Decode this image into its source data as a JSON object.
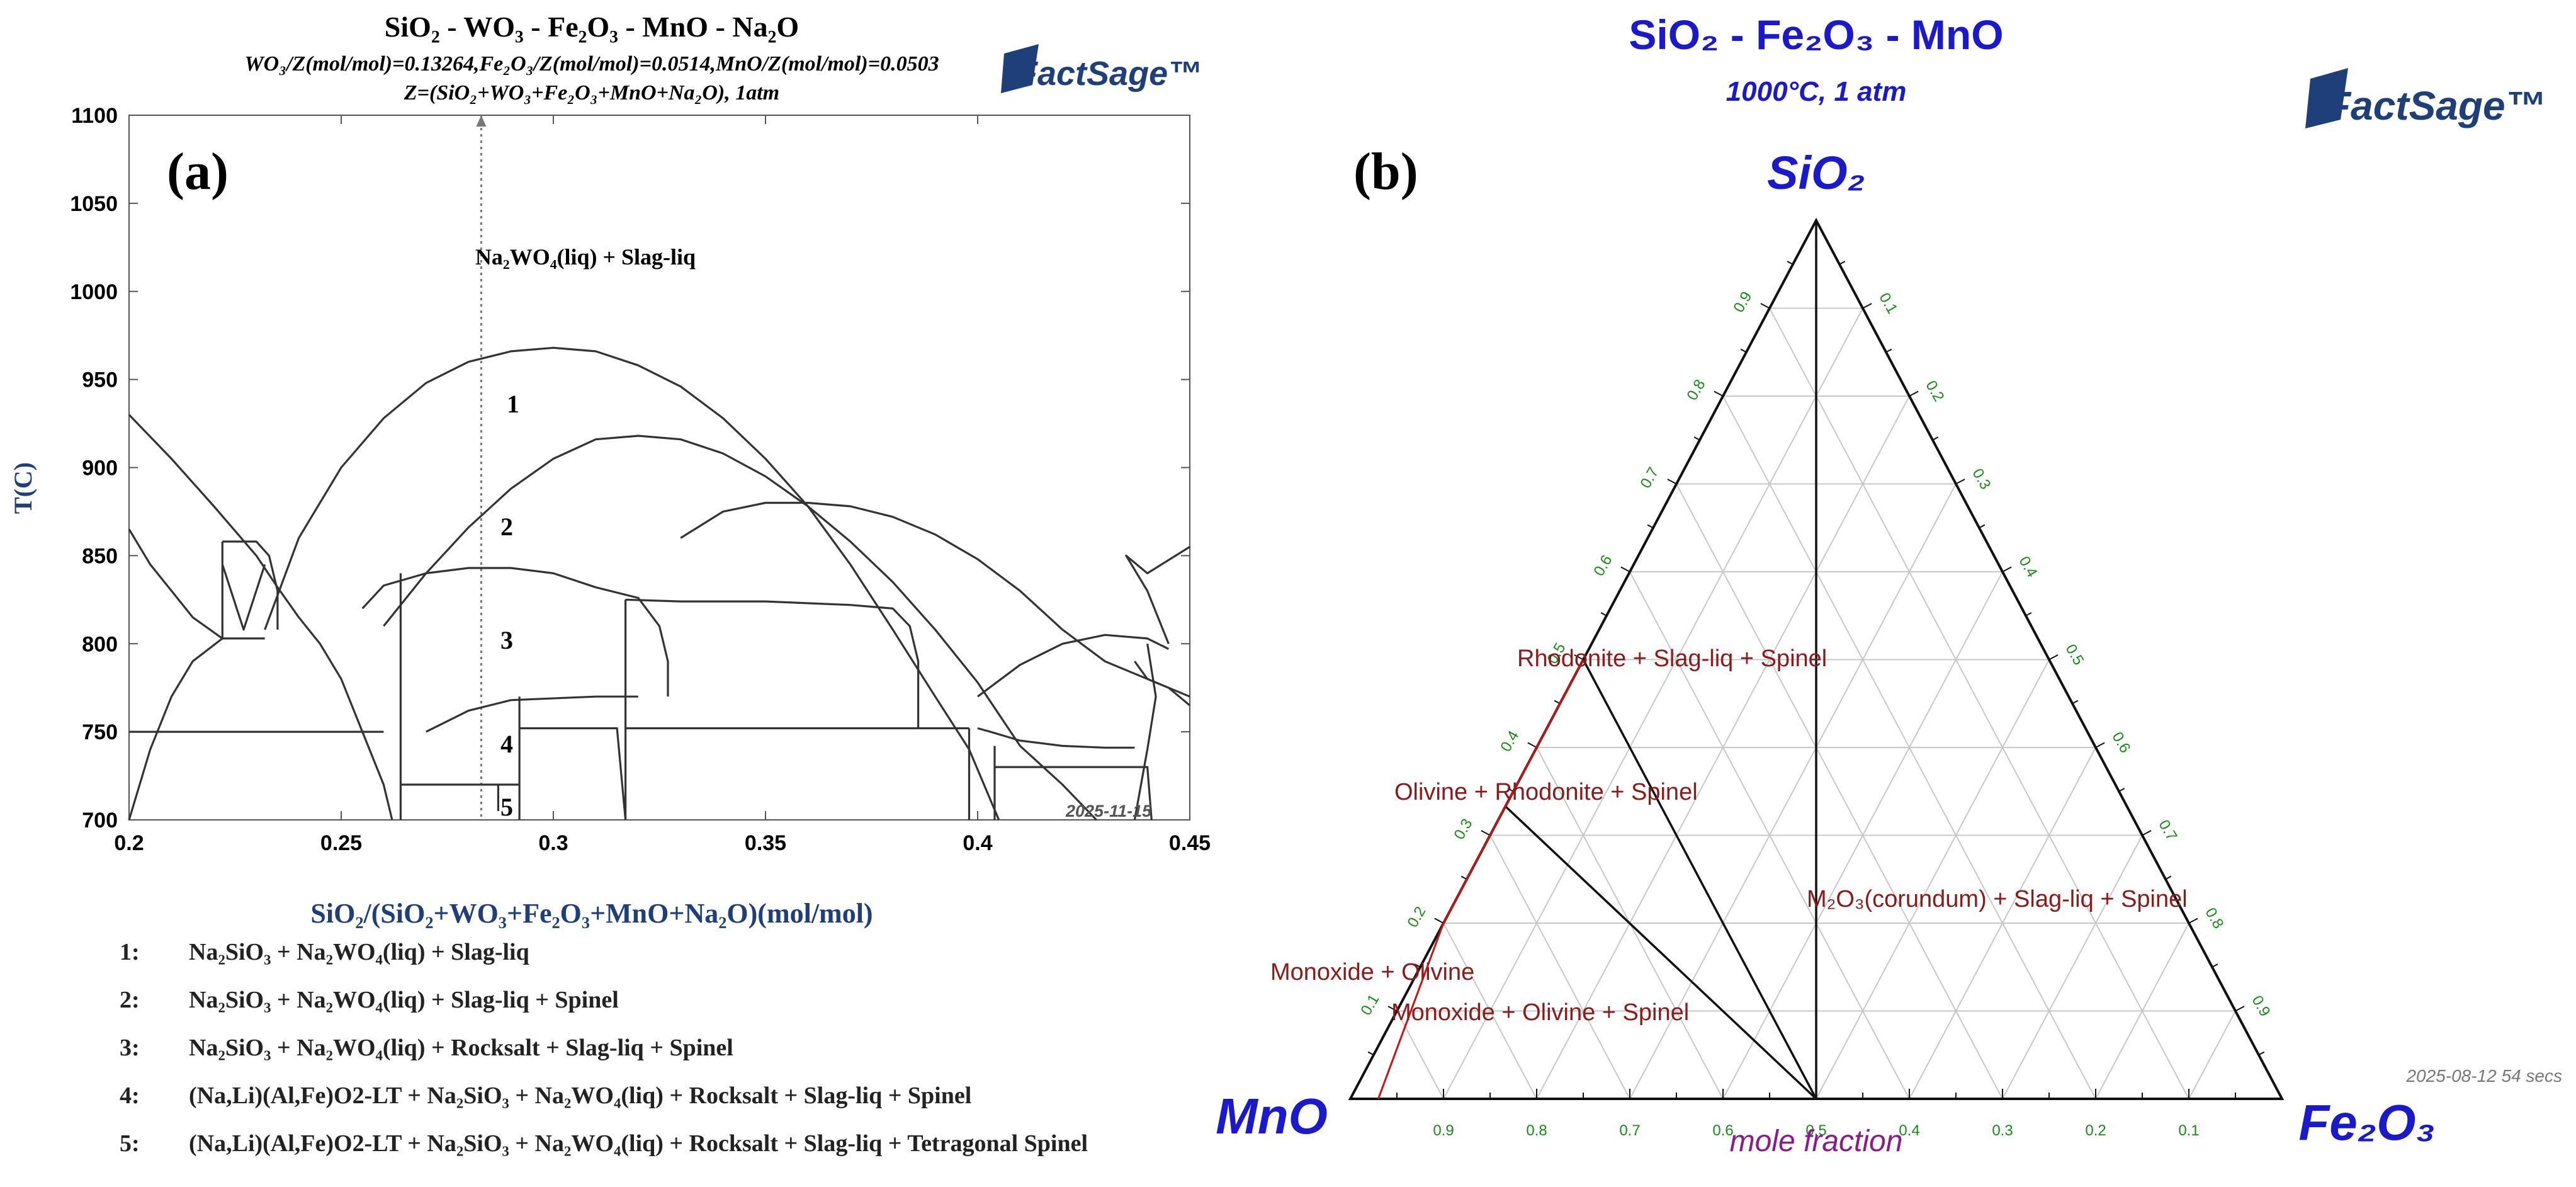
{
  "panel_a": {
    "label": "(a)",
    "title": "SiO₂ - WO₃ - Fe₂O₃ - MnO - Na₂O",
    "subtitle1": "WO₃/Z(mol/mol)=0.13264,Fe₂O₃/Z(mol/mol)=0.0514,MnO/Z(mol/mol)=0.0503",
    "subtitle2": "Z=(SiO₂+WO₃+Fe₂O₃+MnO+Na₂O), 1atm",
    "logo": "FactSage™",
    "date": "2025-11-15",
    "xlabel": "SiO₂/(SiO₂+WO₃+Fe₂O₃+MnO+Na₂O)(mol/mol)",
    "ylabel": "T(C)",
    "top_region": "Na₂WO₄(liq) + Slag-liq",
    "region_numbers": [
      "1",
      "2",
      "3",
      "4",
      "5"
    ],
    "legend": [
      {
        "num": "1:",
        "text": "Na₂SiO₃ + Na₂WO₄(liq) + Slag-liq"
      },
      {
        "num": "2:",
        "text": "Na₂SiO₃ + Na₂WO₄(liq) + Slag-liq + Spinel"
      },
      {
        "num": "3:",
        "text": "Na₂SiO₃ + Na₂WO₄(liq) + Rocksalt + Slag-liq + Spinel"
      },
      {
        "num": "4:",
        "text": "(Na,Li)(Al,Fe)O2-LT + Na₂SiO₃ + Na₂WO₄(liq) + Rocksalt + Slag-liq + Spinel"
      },
      {
        "num": "5:",
        "text": "(Na,Li)(Al,Fe)O2-LT + Na₂SiO₃ + Na₂WO₄(liq) + Rocksalt + Slag-liq + Tetragonal Spinel"
      }
    ]
  },
  "panel_b": {
    "label": "(b)",
    "title": "SiO₂ - Fe₂O₃ - MnO",
    "subtitle": "1000°C, 1 atm",
    "logo": "FactSage™",
    "corner_top": "SiO₂",
    "corner_left": "MnO",
    "corner_right": "Fe₂O₃",
    "bottom_label": "mole fraction",
    "footer": "2025-08-12  54 secs",
    "regions": [
      "Rhodonite + Slag-liq + Spinel",
      "Olivine + Rhodonite + Spinel",
      "M₂O₃(corundum) + Slag-liq + Spinel",
      "Monoxide + Olivine",
      "Monoxide + Olivine + Spinel"
    ],
    "colors": {
      "title": "#1a1acc",
      "region": "#8b1a1a",
      "tick": "#1a8a1a",
      "mole": "#8b1a8b",
      "boundary_red": "#cc1111"
    }
  },
  "chart_data": [
    {
      "type": "line",
      "title": "SiO₂ - WO₃ - Fe₂O₃ - MnO - Na₂O",
      "xlabel": "SiO₂/(SiO₂+WO₃+Fe₂O₃+MnO+Na₂O)(mol/mol)",
      "ylabel": "T(C)",
      "xlim": [
        0.2,
        0.45
      ],
      "ylim": [
        700,
        1100
      ],
      "x_ticks": [
        "0.2",
        "0.25",
        "0.3",
        "0.35",
        "0.4",
        "0.45"
      ],
      "y_ticks": [
        "700",
        "750",
        "800",
        "850",
        "900",
        "950",
        "1000",
        "1050",
        "1100"
      ],
      "grid": false,
      "vertical_dotted_line_x": 0.283,
      "boundaries": [
        {
          "points": [
            [
              0.2,
              930
            ],
            [
              0.21,
              905
            ],
            [
              0.22,
              878
            ],
            [
              0.23,
              850
            ],
            [
              0.235,
              832
            ],
            [
              0.24,
              815
            ],
            [
              0.245,
              800
            ],
            [
              0.25,
              780
            ],
            [
              0.255,
              750
            ],
            [
              0.26,
              720
            ],
            [
              0.262,
              700
            ]
          ]
        },
        {
          "points": [
            [
              0.232,
              808
            ],
            [
              0.24,
              860
            ],
            [
              0.25,
              900
            ],
            [
              0.26,
              928
            ],
            [
              0.27,
              948
            ],
            [
              0.28,
              960
            ],
            [
              0.29,
              966
            ],
            [
              0.3,
              968
            ],
            [
              0.31,
              966
            ],
            [
              0.32,
              958
            ],
            [
              0.33,
              946
            ],
            [
              0.34,
              928
            ],
            [
              0.35,
              905
            ],
            [
              0.36,
              878
            ],
            [
              0.37,
              845
            ],
            [
              0.38,
              808
            ],
            [
              0.39,
              770
            ],
            [
              0.398,
              740
            ],
            [
              0.405,
              700
            ]
          ]
        },
        {
          "points": [
            [
              0.26,
              810
            ],
            [
              0.27,
              840
            ],
            [
              0.28,
              866
            ],
            [
              0.29,
              888
            ],
            [
              0.3,
              905
            ],
            [
              0.31,
              916
            ],
            [
              0.32,
              918
            ],
            [
              0.33,
              916
            ],
            [
              0.34,
              908
            ],
            [
              0.35,
              895
            ],
            [
              0.36,
              878
            ],
            [
              0.37,
              858
            ],
            [
              0.38,
              835
            ],
            [
              0.39,
              808
            ],
            [
              0.4,
              778
            ],
            [
              0.405,
              760
            ],
            [
              0.41,
              742
            ],
            [
              0.42,
              720
            ],
            [
              0.428,
              700
            ]
          ]
        },
        {
          "points": [
            [
              0.2,
              865
            ],
            [
              0.205,
              845
            ],
            [
              0.21,
              830
            ],
            [
              0.215,
              815
            ],
            [
              0.222,
              803
            ],
            [
              0.232,
              803
            ]
          ]
        },
        {
          "points": [
            [
              0.2,
              700
            ],
            [
              0.205,
              740
            ],
            [
              0.21,
              770
            ],
            [
              0.215,
              790
            ],
            [
              0.222,
              803
            ]
          ]
        },
        {
          "points": [
            [
              0.222,
              858
            ],
            [
              0.222,
              803
            ]
          ]
        },
        {
          "points": [
            [
              0.222,
              858
            ],
            [
              0.23,
              858
            ],
            [
              0.233,
              850
            ],
            [
              0.235,
              830
            ],
            [
              0.235,
              808
            ]
          ]
        },
        {
          "points": [
            [
              0.222,
              845
            ],
            [
              0.227,
              808
            ],
            [
              0.232,
              845
            ]
          ]
        },
        {
          "points": [
            [
              0.2,
              750
            ],
            [
              0.26,
              750
            ]
          ]
        },
        {
          "points": [
            [
              0.255,
              820
            ],
            [
              0.26,
              833
            ],
            [
              0.27,
              840
            ],
            [
              0.28,
              843
            ],
            [
              0.29,
              843
            ],
            [
              0.3,
              840
            ],
            [
              0.31,
              832
            ],
            [
              0.32,
              826
            ],
            [
              0.325,
              810
            ],
            [
              0.327,
              790
            ],
            [
              0.327,
              770
            ]
          ]
        },
        {
          "points": [
            [
              0.264,
              840
            ],
            [
              0.264,
              720
            ],
            [
              0.264,
              700
            ]
          ]
        },
        {
          "points": [
            [
              0.264,
              720
            ],
            [
              0.292,
              720
            ]
          ]
        },
        {
          "points": [
            [
              0.27,
              750
            ],
            [
              0.28,
              762
            ],
            [
              0.29,
              768
            ],
            [
              0.31,
              770
            ],
            [
              0.32,
              770
            ]
          ]
        },
        {
          "points": [
            [
              0.287,
              720
            ],
            [
              0.287,
              705
            ]
          ]
        },
        {
          "points": [
            [
              0.292,
              770
            ],
            [
              0.292,
              720
            ],
            [
              0.292,
              700
            ]
          ]
        },
        {
          "points": [
            [
              0.292,
              752
            ],
            [
              0.3,
              752
            ],
            [
              0.31,
              752
            ],
            [
              0.315,
              752
            ],
            [
              0.317,
              700
            ]
          ]
        },
        {
          "points": [
            [
              0.317,
              770
            ],
            [
              0.317,
              700
            ]
          ]
        },
        {
          "points": [
            [
              0.317,
              825
            ],
            [
              0.317,
              770
            ]
          ]
        },
        {
          "points": [
            [
              0.317,
              825
            ],
            [
              0.33,
              824
            ],
            [
              0.35,
              824
            ],
            [
              0.37,
              822
            ],
            [
              0.38,
              820
            ],
            [
              0.384,
              810
            ],
            [
              0.386,
              790
            ],
            [
              0.386,
              752
            ]
          ]
        },
        {
          "points": [
            [
              0.317,
              752
            ],
            [
              0.398,
              752
            ]
          ]
        },
        {
          "points": [
            [
              0.33,
              860
            ],
            [
              0.34,
              875
            ],
            [
              0.35,
              880
            ],
            [
              0.36,
              880
            ],
            [
              0.37,
              878
            ],
            [
              0.38,
              872
            ],
            [
              0.39,
              862
            ],
            [
              0.4,
              848
            ],
            [
              0.41,
              830
            ],
            [
              0.42,
              808
            ],
            [
              0.43,
              790
            ],
            [
              0.44,
              780
            ],
            [
              0.45,
              770
            ]
          ]
        },
        {
          "points": [
            [
              0.398,
              752
            ],
            [
              0.398,
              700
            ]
          ]
        },
        {
          "points": [
            [
              0.4,
              752
            ],
            [
              0.403,
              750
            ],
            [
              0.41,
              745
            ],
            [
              0.42,
              742
            ],
            [
              0.43,
              741
            ],
            [
              0.437,
              741
            ]
          ]
        },
        {
          "points": [
            [
              0.404,
              742
            ],
            [
              0.404,
              700
            ]
          ]
        },
        {
          "points": [
            [
              0.404,
              730
            ],
            [
              0.44,
              730
            ],
            [
              0.441,
              700
            ]
          ]
        },
        {
          "points": [
            [
              0.4,
              770
            ],
            [
              0.41,
              788
            ],
            [
              0.42,
              800
            ],
            [
              0.43,
              805
            ],
            [
              0.44,
              803
            ],
            [
              0.445,
              797
            ]
          ]
        },
        {
          "points": [
            [
              0.44,
              800
            ],
            [
              0.442,
              770
            ],
            [
              0.44,
              740
            ],
            [
              0.437,
              700
            ]
          ]
        },
        {
          "points": [
            [
              0.445,
              800
            ],
            [
              0.44,
              830
            ],
            [
              0.435,
              850
            ],
            [
              0.44,
              840
            ],
            [
              0.45,
              855
            ]
          ]
        },
        {
          "points": [
            [
              0.437,
              790
            ],
            [
              0.44,
              780
            ],
            [
              0.445,
              775
            ],
            [
              0.45,
              765
            ]
          ]
        }
      ]
    },
    {
      "type": "ternary",
      "title": "SiO₂ - Fe₂O₃ - MnO",
      "subtitle": "1000°C, 1 atm",
      "corners": {
        "top": "SiO₂",
        "left": "MnO",
        "right": "Fe₂O₃"
      },
      "grid": true,
      "grid_step": 0.1,
      "tick_labels": [
        "0.1",
        "0.2",
        "0.3",
        "0.4",
        "0.5",
        "0.6",
        "0.7",
        "0.8",
        "0.9"
      ],
      "boundaries_sio2_fe2o3_mno": [
        {
          "color": "black",
          "points": [
            [
              1.0,
              0.0,
              0.0
            ],
            [
              0.0,
              0.5,
              0.5
            ]
          ]
        },
        {
          "color": "black",
          "points": [
            [
              0.5,
              0.0,
              0.5
            ],
            [
              0.0,
              0.5,
              0.5
            ]
          ]
        },
        {
          "color": "black",
          "points": [
            [
              0.333,
              0.0,
              0.667
            ],
            [
              0.0,
              0.5,
              0.5
            ]
          ]
        },
        {
          "color": "red",
          "points": [
            [
              0.5,
              0.0,
              0.5
            ],
            [
              0.35,
              0.0,
              0.65
            ],
            [
              0.2,
              0.0,
              0.8
            ],
            [
              0.0,
              0.03,
              0.97
            ]
          ]
        }
      ]
    }
  ]
}
